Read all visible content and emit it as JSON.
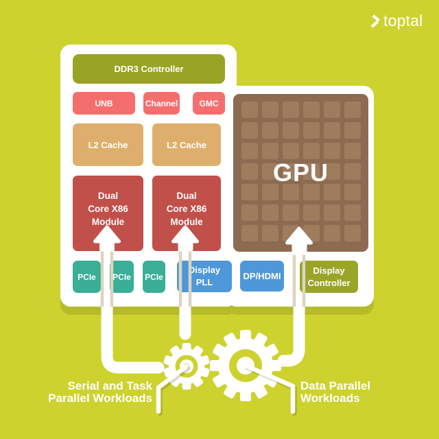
{
  "logo": {
    "wordmark": "toptal"
  },
  "board": {
    "blocks": {
      "ddr3": "DDR3 Controller",
      "unb": "UNB",
      "channel": "Channel",
      "gmc": "GMC",
      "l2_left": "L2 Cache",
      "l2_right": "L2 Cache",
      "module_left": "Dual\nCore X86\nModule",
      "module_right": "Dual\nCore X86\nModule",
      "pcie_1": "PCIe",
      "pcie_2": "PCIe",
      "pcie_3": "PCIe",
      "display_pll": "Display\nPLL",
      "dp_hdmi": "DP/HDMI",
      "display_controller": "Display\nController",
      "gpu": "GPU"
    }
  },
  "annotations": {
    "serial_task": "Serial and Task\nParallel Workloads",
    "data_parallel": "Data Parallel\nWorkloads"
  },
  "colors": {
    "background": "#cdd22f",
    "board": "#ffffff",
    "board_shadow": "#b6bb2a",
    "olive_block": "#99a325",
    "olive_block_right": "#9aa428",
    "coral_block": "#f56e6e",
    "tan_block": "#deaf6c",
    "red_block": "#c14f4a",
    "teal_block": "#3aae96",
    "blue_block": "#4e97d9",
    "gpu_block": "#8c6b50",
    "gpu_cell": "#9e7c5e",
    "arrow_white": "#ffffff",
    "channel_beige": "#ddd4bf"
  }
}
